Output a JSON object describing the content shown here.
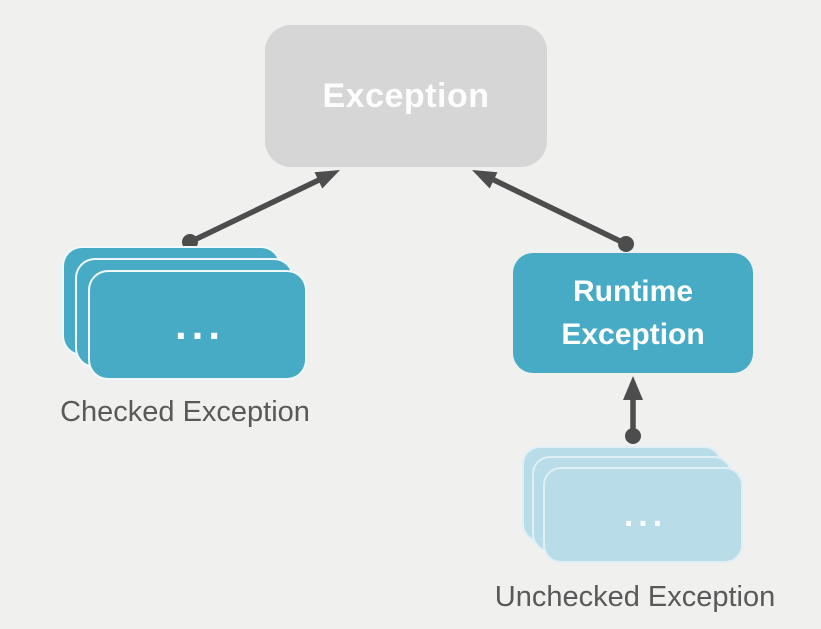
{
  "diagram": {
    "nodes": {
      "exception": {
        "label": "Exception"
      },
      "checked": {
        "dots": "...",
        "caption": "Checked Exception"
      },
      "runtime": {
        "lines": [
          "Runtime",
          "Exception"
        ]
      },
      "unchecked": {
        "dots": "...",
        "caption": "Unchecked Exception"
      }
    },
    "edges": [
      {
        "from": "Checked Exception",
        "to": "Exception"
      },
      {
        "from": "Runtime Exception",
        "to": "Exception"
      },
      {
        "from": "Unchecked Exception",
        "to": "Runtime Exception"
      }
    ],
    "colors": {
      "background": "#F0F0EF",
      "exception_box": "#D6D6D6",
      "teal_box": "#47ABC5",
      "light_blue_box": "#B9DCE9",
      "arrow": "#4D4D4D",
      "caption_text": "#595959",
      "box_text": "#FFFFFF"
    }
  }
}
